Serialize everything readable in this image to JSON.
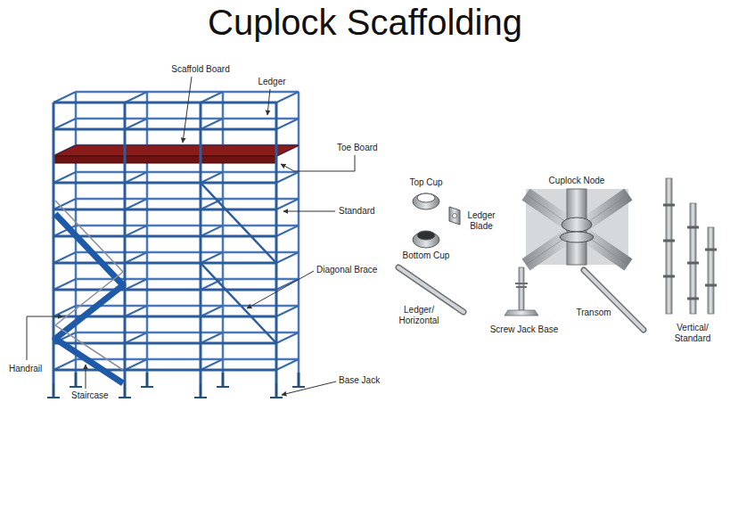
{
  "diagram": {
    "title": "Cuplock Scaffolding",
    "labels": [
      "Scaffold Board",
      "Ledger",
      "Toe Board",
      "Standard",
      "Diagonal Brace",
      "Base Jack",
      "Handrail",
      "Staircase",
      "Top Cup",
      "Ledger Blade",
      "Bottom Cup",
      "Cuplock Node",
      "Ledger/ Horizontal",
      "Screw Jack Base",
      "Transom",
      "Vertical/ Standard"
    ]
  }
}
